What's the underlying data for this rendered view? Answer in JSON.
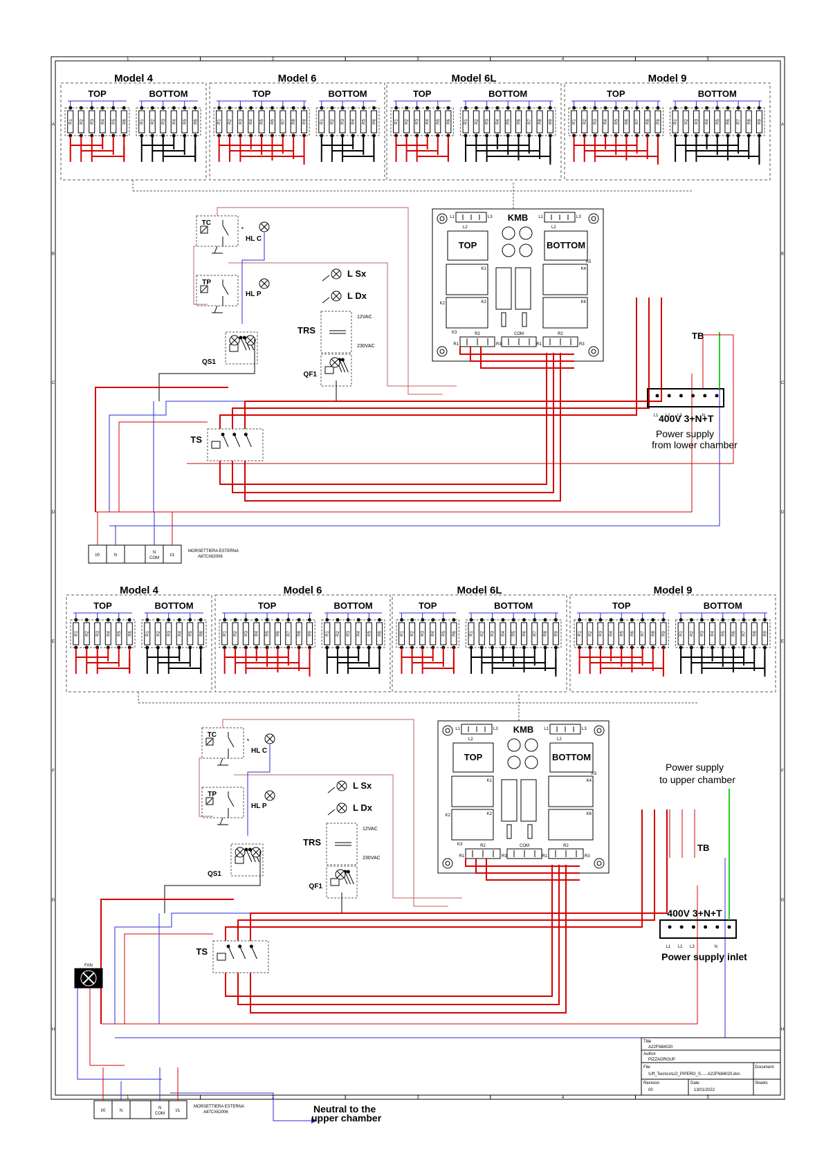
{
  "colors": {
    "red": "#d40000",
    "blue": "#2a2ad8",
    "black": "#000000",
    "green": "#22cc22",
    "pink": "#c06060"
  },
  "frame": {
    "cols": [
      "1",
      "2",
      "3",
      "4",
      "5"
    ],
    "rows": [
      "A",
      "B",
      "C",
      "D",
      "E",
      "F",
      "G",
      "H"
    ]
  },
  "upper": {
    "models": [
      {
        "name": "Model 4",
        "top": "TOP",
        "bottom": "BOTTOM",
        "top_res": [
          "R1",
          "R2",
          "R3",
          "R4",
          "R5",
          "R6"
        ],
        "bottom_res": [
          "R1",
          "R2",
          "R3",
          "R4",
          "R5",
          "R6"
        ]
      },
      {
        "name": "Model 6",
        "top": "TOP",
        "bottom": "BOTTOM",
        "top_res": [
          "R1",
          "R2",
          "R3",
          "R4",
          "R5",
          "R6",
          "R7",
          "R8",
          "R9"
        ],
        "bottom_res": [
          "R1",
          "R2",
          "R3",
          "R4",
          "R5",
          "R6"
        ]
      },
      {
        "name": "Model 6L",
        "top": "TOP",
        "bottom": "BOTTOM",
        "top_res": [
          "R1",
          "R2",
          "R3",
          "R4",
          "R5",
          "R6"
        ],
        "bottom_res": [
          "R1",
          "R2",
          "R3",
          "R4",
          "R5",
          "R6",
          "R7",
          "R8",
          "R9"
        ]
      },
      {
        "name": "Model 9",
        "top": "TOP",
        "bottom": "BOTTOM",
        "top_res": [
          "R1",
          "R2",
          "R3",
          "R4",
          "R5",
          "R6",
          "R7",
          "R8",
          "R9"
        ],
        "bottom_res": [
          "R1",
          "R2",
          "R3",
          "R4",
          "R5",
          "R6",
          "R7",
          "R8",
          "R9"
        ]
      }
    ],
    "kmb": {
      "title": "KMB",
      "top": "TOP",
      "bottom": "BOTTOM",
      "l1": "L1",
      "l2": "L2",
      "l3": "L3",
      "k1": "K1",
      "k2": "K2",
      "k3": "K3",
      "k4": "K4",
      "k5": "K5",
      "k6": "K6",
      "r1": "R1",
      "r2": "R2",
      "r3": "R3",
      "com": "COM"
    },
    "labels": {
      "tc": "TC",
      "tp": "TP",
      "hlc": "HL C",
      "hlp": "HL P",
      "lsx": "L Sx",
      "ldx": "L Dx",
      "trs": "TRS",
      "v12": "12VAC",
      "v230": "230VAC",
      "qs1": "QS1",
      "qf1": "QF1",
      "ts": "TS",
      "tb": "TB"
    },
    "supply": {
      "voltage": "400V 3+N+T",
      "terminals": [
        "L1",
        "L2",
        "L3",
        "N"
      ],
      "note_line1": "Power supply",
      "note_line2": "from lower chamber"
    },
    "terminal": {
      "cells": [
        "I/0",
        "N",
        "",
        "N\nCOM",
        "I/1"
      ],
      "label_line1": "MORSETTIERA ESTERNA",
      "label_line2": "A87CX62006"
    }
  },
  "lower": {
    "models": [
      {
        "name": "Model 4",
        "top": "TOP",
        "bottom": "BOTTOM",
        "top_res": [
          "R1",
          "R2",
          "R3",
          "R4",
          "R5",
          "R6"
        ],
        "bottom_res": [
          "R1",
          "R2",
          "R3",
          "R4",
          "R5",
          "R6"
        ]
      },
      {
        "name": "Model 6",
        "top": "TOP",
        "bottom": "BOTTOM",
        "top_res": [
          "R1",
          "R2",
          "R3",
          "R4",
          "R5",
          "R6",
          "R7",
          "R8",
          "R9"
        ],
        "bottom_res": [
          "R1",
          "R2",
          "R3",
          "R4",
          "R5",
          "R6"
        ]
      },
      {
        "name": "Model 6L",
        "top": "TOP",
        "bottom": "BOTTOM",
        "top_res": [
          "R1",
          "R2",
          "R3",
          "R4",
          "R5",
          "R6"
        ],
        "bottom_res": [
          "R1",
          "R2",
          "R3",
          "R4",
          "R5",
          "R6",
          "R7",
          "R8",
          "R9"
        ]
      },
      {
        "name": "Model 9",
        "top": "TOP",
        "bottom": "BOTTOM",
        "top_res": [
          "R1",
          "R2",
          "R3",
          "R4",
          "R5",
          "R6",
          "R7",
          "R8",
          "R9"
        ],
        "bottom_res": [
          "R1",
          "R2",
          "R3",
          "R4",
          "R5",
          "R6",
          "R7",
          "R8",
          "R9"
        ]
      }
    ],
    "kmb": {
      "title": "KMB",
      "top": "TOP",
      "bottom": "BOTTOM",
      "l1": "L1",
      "l2": "L2",
      "l3": "L3",
      "k1": "K1",
      "k2": "K2",
      "k3": "K3",
      "k4": "K4",
      "k5": "K5",
      "k6": "K6",
      "r1": "R1",
      "r2": "R2",
      "r3": "R3",
      "com": "COM"
    },
    "labels": {
      "tc": "TC",
      "tp": "TP",
      "hlc": "HL C",
      "hlp": "HL P",
      "lsx": "L Sx",
      "ldx": "L Dx",
      "trs": "TRS",
      "v12": "12VAC",
      "v230": "230VAC",
      "qs1": "QS1",
      "qf1": "QF1",
      "ts": "TS",
      "tb": "TB",
      "fan": "FAN"
    },
    "supply": {
      "voltage": "400V 3+N+T",
      "terminals": [
        "L1",
        "L2",
        "L3",
        "N"
      ],
      "note": "Power supply inlet",
      "upper_line1": "Power supply",
      "upper_line2": "to upper chamber"
    },
    "terminal": {
      "cells": [
        "I/0",
        "N",
        "",
        "N\nCOM",
        "I/1"
      ],
      "label_line1": "MORSETTIERA ESTERNA",
      "label_line2": "A87CX62006"
    },
    "neutral_line1": "Neutral to the",
    "neutral_line2": "upper chamber"
  },
  "title_block": {
    "title_label": "Title",
    "title": "A22FN84020",
    "author_label": "Author",
    "author": "PIZZAGROUP",
    "file_label": "File",
    "file": "\\Uff_Tecnico\\LO_PIPERO_S......A22FN84020.dsn",
    "document_label": "Document",
    "revision_label": "Revision",
    "revision": "00",
    "date_label": "Date",
    "date": "13/01/2022",
    "sheets_label": "Sheets"
  }
}
